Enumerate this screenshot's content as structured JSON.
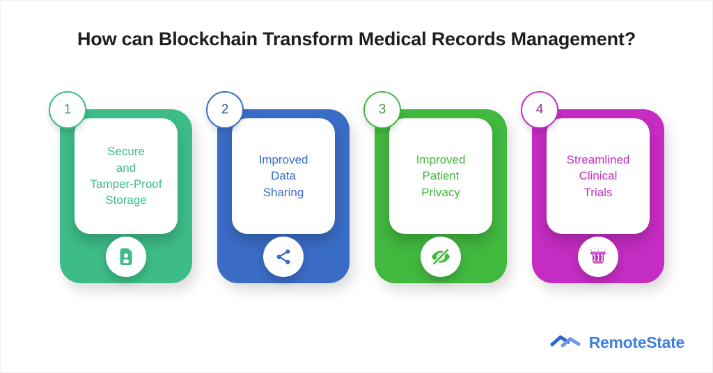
{
  "title": "How can Blockchain Transform Medical Records Management?",
  "cards": [
    {
      "number": "1",
      "label": "Secure\nand\nTamper-Proof\nStorage",
      "color": "#3dbc87",
      "icon": "file-icon"
    },
    {
      "number": "2",
      "label": "Improved\nData\nSharing",
      "color": "#3a6cc6",
      "icon": "share-icon"
    },
    {
      "number": "3",
      "label": "Improved\nPatient\nPrivacy",
      "color": "#41b83e",
      "icon": "eye-off-icon"
    },
    {
      "number": "4",
      "label": "Streamlined\nClinical\nTrials",
      "color": "#c42cc2",
      "icon": "test-tubes-icon"
    }
  ],
  "brand": {
    "name": "RemoteState",
    "text_color": "#3f7ee2",
    "mark_dark": "#2e66cc",
    "mark_light": "#6b9cee"
  }
}
